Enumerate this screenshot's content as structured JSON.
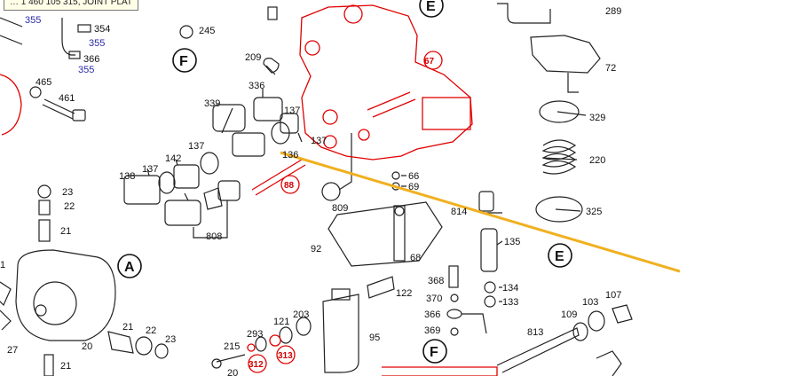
{
  "note": "… 1 460 105 315, JOINT PLAT",
  "sections": {
    "A": "A",
    "E": "E",
    "F": "F"
  },
  "red_callouts": {
    "c67": "67",
    "c88": "88",
    "c312": "312",
    "c313": "313"
  },
  "blue_labels": {
    "b355a": "355",
    "b355b": "355",
    "b355c": "355"
  },
  "parts": {
    "p354": "354",
    "p366": "366",
    "p465": "465",
    "p461": "461",
    "p245": "245",
    "p209": "209",
    "p336": "336",
    "p339": "339",
    "p137a": "137",
    "p137b": "137",
    "p137c": "137",
    "p142": "142",
    "p138": "138",
    "p136": "136",
    "p808": "808",
    "p809": "809",
    "p92": "92",
    "p66": "66",
    "p69": "69",
    "p814": "814",
    "p135": "135",
    "p68": "68",
    "p122": "122",
    "p368": "368",
    "p370": "370",
    "p366b": "366",
    "p369": "369",
    "p134": "134",
    "p133": "133",
    "p289": "289",
    "p72": "72",
    "p329": "329",
    "p220": "220",
    "p325": "325",
    "p109": "109",
    "p103": "103",
    "p107": "107",
    "p813": "813",
    "p23a": "23",
    "p22a": "22",
    "p21a": "21",
    "p1": "1",
    "p27": "27",
    "p20": "20",
    "p21b": "21",
    "p22b": "22",
    "p23b": "23",
    "p21c": "21",
    "p215": "215",
    "p20b": "20",
    "p293": "293",
    "p121": "121",
    "p203": "203",
    "p95": "95"
  },
  "colors": {
    "line": "#222222",
    "red": "#e00000",
    "blue": "#2a2aa8",
    "arrow": "#f0b020"
  }
}
